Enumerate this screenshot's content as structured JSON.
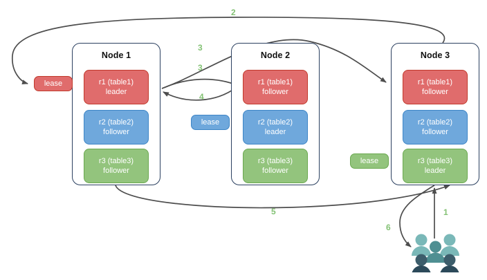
{
  "diagram": {
    "title": "raft-lease-topology",
    "colors": {
      "red_fill": "#e06c6c",
      "red_border": "#c0392b",
      "blue_fill": "#6fa8dc",
      "blue_border": "#3d85c6",
      "green_fill": "#93c47d",
      "green_border": "#6aa84f",
      "node_border": "#2a3f5f",
      "edge_stroke": "#4d4d4d",
      "label_green": "#84c275",
      "users_light": "#7ab8b8",
      "users_dark": "#2c4a5a"
    },
    "nodes": [
      {
        "id": "node1",
        "title": "Node 1",
        "replicas": [
          {
            "name": "r1 (table1)",
            "role": "leader",
            "color": "red"
          },
          {
            "name": "r2 (table2)",
            "role": "follower",
            "color": "blue"
          },
          {
            "name": "r3 (table3)",
            "role": "follower",
            "color": "green"
          }
        ]
      },
      {
        "id": "node2",
        "title": "Node 2",
        "replicas": [
          {
            "name": "r1 (table1)",
            "role": "follower",
            "color": "red"
          },
          {
            "name": "r2 (table2)",
            "role": "leader",
            "color": "blue"
          },
          {
            "name": "r3 (table3)",
            "role": "follower",
            "color": "green"
          }
        ]
      },
      {
        "id": "node3",
        "title": "Node 3",
        "replicas": [
          {
            "name": "r1 (table1)",
            "role": "follower",
            "color": "red"
          },
          {
            "name": "r2 (table2)",
            "role": "follower",
            "color": "blue"
          },
          {
            "name": "r3 (table3)",
            "role": "leader",
            "color": "green"
          }
        ]
      }
    ],
    "leases": [
      {
        "id": "lease-r1",
        "label": "lease",
        "color": "red"
      },
      {
        "id": "lease-r2",
        "label": "lease",
        "color": "blue"
      },
      {
        "id": "lease-r3",
        "label": "lease",
        "color": "green"
      }
    ],
    "edge_labels": [
      {
        "id": "step-2",
        "text": "2"
      },
      {
        "id": "step-3a",
        "text": "3"
      },
      {
        "id": "step-3b",
        "text": "3"
      },
      {
        "id": "step-4",
        "text": "4"
      },
      {
        "id": "step-5",
        "text": "5"
      },
      {
        "id": "step-1",
        "text": "1"
      },
      {
        "id": "step-6",
        "text": "6"
      }
    ],
    "icons": [
      {
        "id": "users",
        "name": "users-icon"
      }
    ]
  }
}
